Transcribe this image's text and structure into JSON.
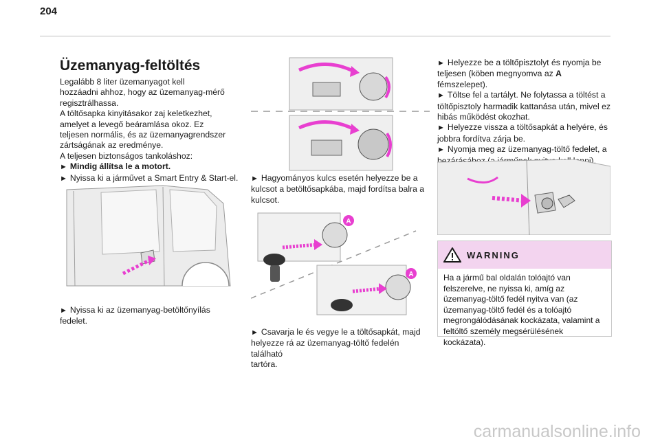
{
  "page": {
    "number": "204"
  },
  "title": "Üzemanyag-feltöltés",
  "col1": {
    "intro_lines": [
      "Legalább 8 liter üzemanyagot kell",
      "hozzáadni ahhoz, hogy az üzemanyag-mérő",
      "regisztrálhassa.",
      "A töltősapka kinyitásakor zaj keletkezhet,",
      "amelyet a levegő beáramlása okoz. Ez",
      "teljesen normális, és az üzemanyagrendszer",
      "zártságának az eredménye.",
      "A teljesen biztonságos tankoláshoz:"
    ],
    "step1": "Mindig állítsa le a motort.",
    "step2": "Nyissa ki a járművet a Smart Entry & Start-el.",
    "step3_lines": [
      "Nyissa ki az üzemanyag-betöltőnyílás",
      "fedelet."
    ]
  },
  "col2": {
    "step_key_lines": [
      "Hagyományos kulcs esetén helyezze be a",
      "kulcsot a betöltősapkába, majd fordítsa balra a",
      "kulcsot."
    ],
    "step_cap_lines": [
      "Csavarja le és vegye le a töltősapkát, majd",
      "helyezze rá az üzemanyag-töltő fedelén található",
      "tartóra."
    ],
    "label_a": "A"
  },
  "col3": {
    "bullet1_pre": "Helyezze be a töltőpisztolyt és nyomja be teljesen (köben megnyomva az ",
    "bullet1_bold": "A",
    "bullet1_post": " fémszelepet).",
    "bullet2": "Töltse fel a tartályt. Ne folytassa a töltést a töltőpisztoly harmadik kattanása után, mivel ez hibás működést okozhat.",
    "bullet3": "Helyezze vissza a töltősapkát a helyére, és jobbra fordítva zárja be.",
    "bullet4": "Nyomja meg az üzemanyag-töltő fedelet, a bezárásához (a járműnek nyitva kell lenni)."
  },
  "warning": {
    "title": "WARNING",
    "text": "Ha a jármű bal oldalán tolóajtó van felszerelve, ne nyissa ki, amíg az üzemanyag-töltő fedél nyitva van (az üzemanyag-töltő fedél és a tolóajtó megrongálódásának kockázata, valamint a feltöltő személy megsérülésének kockázata)."
  },
  "bullet_symbol": "►",
  "watermark": "carmanualsonline.info",
  "colors": {
    "accent": "#e83fd0",
    "warning_bg": "#f3d4ef",
    "rule": "#bdbdbd"
  }
}
